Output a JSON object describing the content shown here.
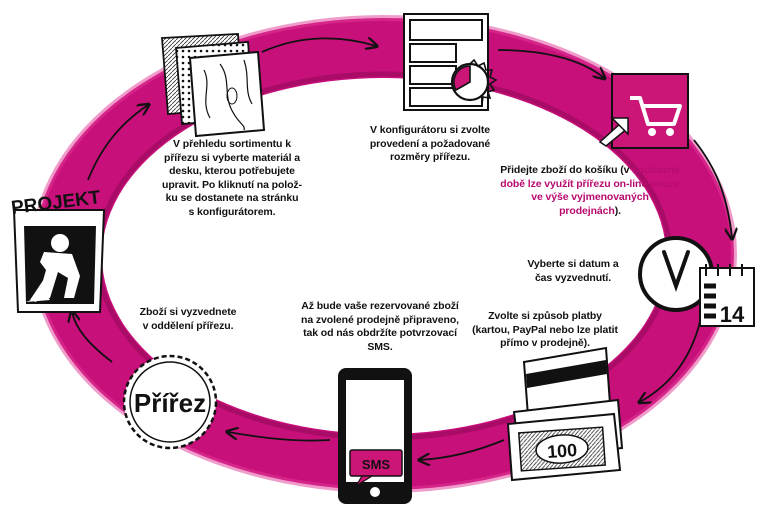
{
  "colors": {
    "ring": "#c8107a",
    "ring_dark": "#8e0a55",
    "accent": "#cc1677",
    "ink": "#111111"
  },
  "icons": [
    "worker-sign-icon",
    "material-samples-icon",
    "configurator-icon",
    "cart-icon",
    "clock-icon",
    "calendar-icon",
    "card-icon",
    "banknote-icon",
    "phone-sms-icon",
    "saw-blade-icon"
  ],
  "projekt_label": "PROJEKT",
  "steps": {
    "material": "V přehledu sortimentu k přířezu si vyberte materiál a desku, kterou potřebujete upravit. Po kliknutí na polož-ku se dostanete na stránku s konfigurátorem.",
    "configurator": "V konfigurátoru si zvolte provedení a požadované rozměry přířezu.",
    "cart_main": "Přidejte zboží do košíku (v ",
    "cart_highlight": "současné době lze využít přířezu on-line pouze ve výše vyjmenovaných prodejnách",
    "cart_end": ").",
    "date": "Vyberte si datum a čas vyzvednutí.",
    "payment": "Zvolte si způsob platby (kartou, PayPal nebo lze platit přímo v prodejně).",
    "sms": "Až bude vaše rezervované zboží na zvolené prodejně připraveno, tak od nás obdržíte potvrzovací SMS.",
    "pickup": "Zboží si vyzvednete v oddělení přířezu."
  },
  "calendar_day": "14",
  "banknote_value": "100",
  "sms_label": "SMS",
  "saw_label": "Přířez"
}
